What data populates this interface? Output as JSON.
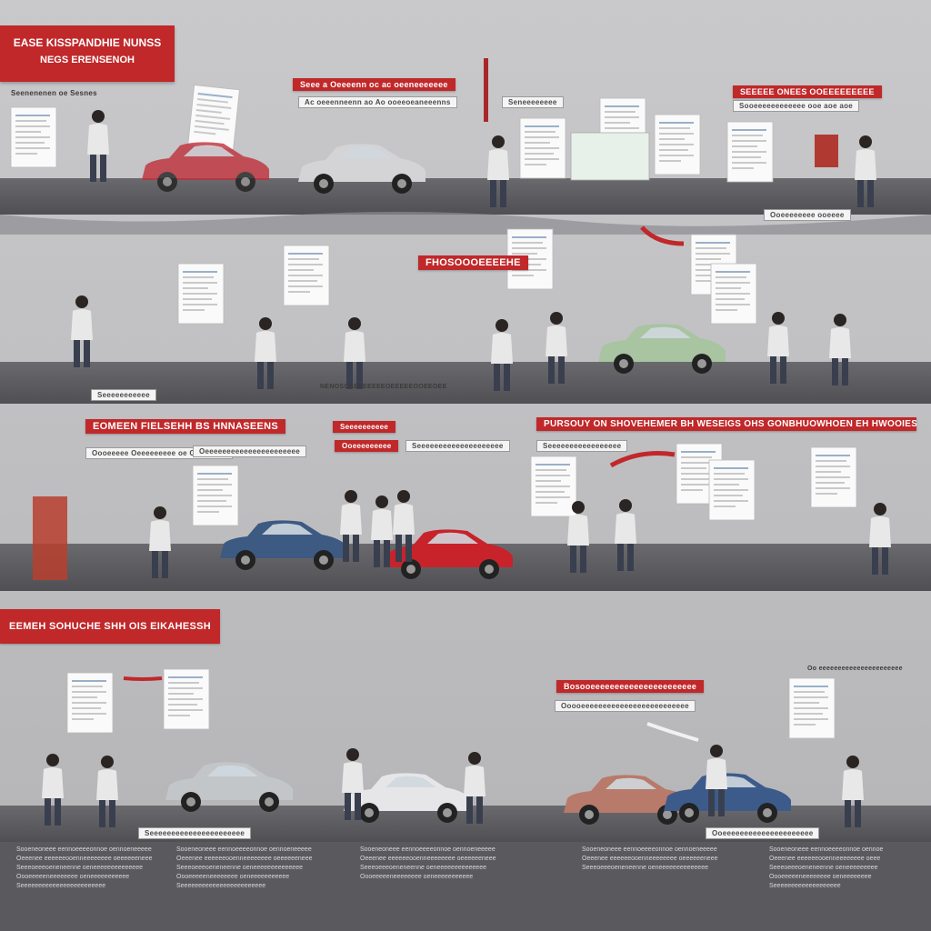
{
  "header": {
    "title_line_1": "EASE KISSPANDHIE NUNSS",
    "title_line_2": "NEGS ERENSENOH",
    "subtitle": "Seenenenen oe Sesnes"
  },
  "row1": {
    "banner_center": "Seee a Oeeeenn oc ac oeeneeeeeee",
    "sub_center": "Ac oeeenneenn ao Ao ooeeoeaneeenns",
    "note_card": "Seneeeeeeee",
    "banner_right": "SEEEEE ONEES OOEEEEEEEEE",
    "sub_right": "Sooeeeeeeeeeeee ooe aoe aoe",
    "bottom_right": "Ooeeeeeeee ooeeee"
  },
  "row2": {
    "red_tag": "FHOSOOOEEEEHE",
    "left_caption": "Seeeeeeeeeee",
    "center_caption": "NENOSOSEEEEEEEOEEEEEOOEEOEE"
  },
  "row3": {
    "banner_left": "EOMEEN FIELSEHH BS HNNASEENS",
    "sub_left_1": "Oooeeeee Oeeeeeeeee oe Ooeeeeee",
    "banner_center": "Seeeeeeeeee",
    "sub_center_1": "Oeeeeeeeeeeeeeeeeeeeeee",
    "sub_center_2": "Ooeeeeeeeee",
    "sub_center_3": "Seeeeeeeeeeeeeeeeeeee",
    "banner_right": "PURSOUY ON SHOVEHEMER BH WESEIGS OHS GONBHUOWHOEN EH HWOOIES",
    "sub_right": "Seeeeeeeeeeeeeeeee"
  },
  "row4": {
    "banner_left": "EEMEH SOHUCHE SHH OIS EIKAHESSH",
    "banner_center": "Bosooeeeeeeeeeeeeeeeeeeeeee",
    "sub_center": "Ooooeeeeeeeeeeeeeeeeeeeeeeeee",
    "top_right": "Oo eeeeeeeeeeeeeeeeeeeeee",
    "caption_left": "Seeeeeeeeeeeeeeeeeeeeee",
    "caption_right": "Ooeeeeeeeeeeeeeeeeeeeee"
  },
  "footer": {
    "col1": [
      "Sooeneoneee eennoeeeeonnoe oennoeneeeee",
      "Oeeenee eeeeeeooenneeeeeeee oeeeeeeneee",
      "Seeeoeeeoeneneenne oeneeeeeeeeeeeeee",
      "Oooeeeeeneeeeeeee oeneeeeeeeeeee",
      "Seeeeeeeeeeeeeeeeeeeeeeee"
    ],
    "col2": [
      "Sooeneoneee eennoeeeeonnoe oennoeneeeee",
      "Oeeenee eeeeeeooenneeeeeeee oeeeeeeneee",
      "Seeeoeeeoeneneenne oeneeeeeeeeeeeeee",
      "Oooeeeeeneeeeeeee oeneeeeeeeeeee",
      "Seeeeeeeeeeeeeeeeeeeeeeee"
    ],
    "col3": [
      "Sooeneoneee eennoeeeeonnoe oennoeneeeee",
      "Oeeenee eeeeeeooenneeeeeeee oeeeeeeneee",
      "Seeeoeeeoeneneenne oeneeeeeeeeeeeeee",
      "Oooeeeeeneeeeeeee oeneeeeeeeeeee"
    ],
    "col4": [
      "Sooeneoneee eennoeeeeonnoe oennoeneeeee",
      "Oeeenee eeeeeeooenneeeeeeee oeeeeeeneee",
      "Seeeoeeeoeneneenne oeneeeeeeeeeeeeee"
    ],
    "col5": [
      "Sooeneoneee eennoeeeeonnoe oennoe",
      "Oeeenee eeeeeeooenneeeeeeee oeee",
      "Seeeoeeeoeneneenne oeneeeeeeeee",
      "Oooeeeeeneeeeeeee oeneeeeeeee",
      "Seeeeeeeeeeeeeeeeeee"
    ]
  },
  "colors": {
    "accent_red": "#c0282a",
    "road": "#5c5c60",
    "background": "#bdbdbf"
  }
}
